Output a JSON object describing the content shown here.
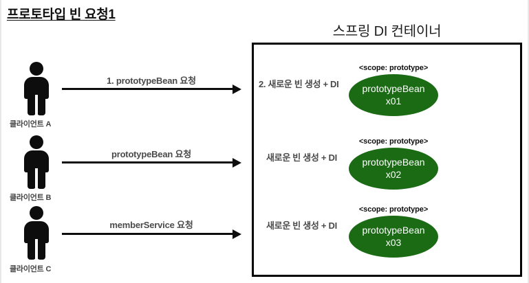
{
  "slide": {
    "title": "프로토타입 빈 요청1"
  },
  "container": {
    "title": "스프링 DI 컨테이너"
  },
  "colors": {
    "bean_fill": "#1a6b14",
    "bean_text": "#ffffff",
    "stroke": "#0d0d0d",
    "label_text": "#4a4a4a",
    "background": "#ffffff"
  },
  "rows": [
    {
      "client_label": "클라이언트 A",
      "client_icon": "person-icon",
      "request_label": "1. prototypeBean 요청",
      "create_label": "2. 새로운 빈 생성 + DI",
      "scope_label": "<scope: prototype>",
      "bean_name": "prototypeBean",
      "bean_id": "x01"
    },
    {
      "client_label": "클라이언트 B",
      "client_icon": "person-icon",
      "request_label": "prototypeBean 요청",
      "create_label": "새로운 빈 생성 + DI",
      "scope_label": "<scope: prototype>",
      "bean_name": "prototypeBean",
      "bean_id": "x02"
    },
    {
      "client_label": "클라이언트 C",
      "client_icon": "person-icon",
      "request_label": "memberService 요청",
      "create_label": "새로운 빈 생성 + DI",
      "scope_label": "<scope: prototype>",
      "bean_name": "prototypeBean",
      "bean_id": "x03"
    }
  ]
}
